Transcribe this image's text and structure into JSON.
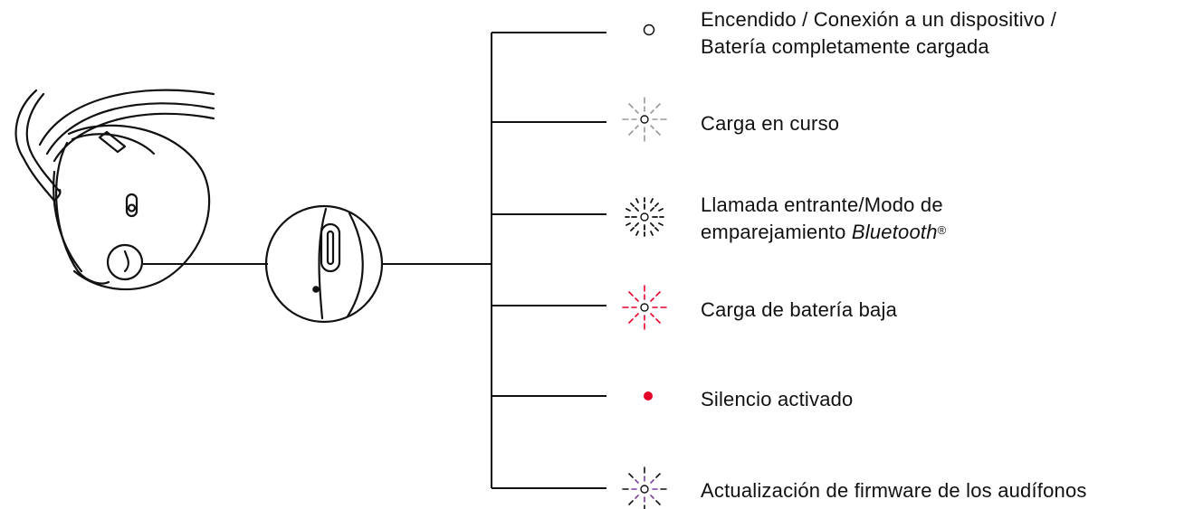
{
  "legend": {
    "items": [
      {
        "id": "on",
        "lines": [
          "Encendido / Conexión a un dispositivo /",
          "Batería completamente cargada"
        ],
        "icon": "led-solid-white-icon",
        "color": "#111111"
      },
      {
        "id": "charging",
        "lines": [
          "Carga en curso"
        ],
        "icon": "led-pulsing-white-icon",
        "color": "#9a9a9a"
      },
      {
        "id": "incoming",
        "lines": [
          "Llamada entrante/Modo de"
        ],
        "line2_prefix": "emparejamiento ",
        "line2_italic": "Bluetooth",
        "line2_sup": "®",
        "icon": "led-blinking-white-icon",
        "color": "#111111"
      },
      {
        "id": "low-battery",
        "lines": [
          "Carga de batería baja"
        ],
        "icon": "led-blinking-red-icon",
        "color": "#e4002b"
      },
      {
        "id": "mute",
        "lines": [
          "Silencio activado"
        ],
        "icon": "led-solid-red-icon",
        "color": "#e4002b"
      },
      {
        "id": "firmware",
        "lines": [
          "Actualización de firmware de los audífonos"
        ],
        "icon": "led-pulsing-purple-icon",
        "color": "#7b3fa0"
      }
    ]
  }
}
